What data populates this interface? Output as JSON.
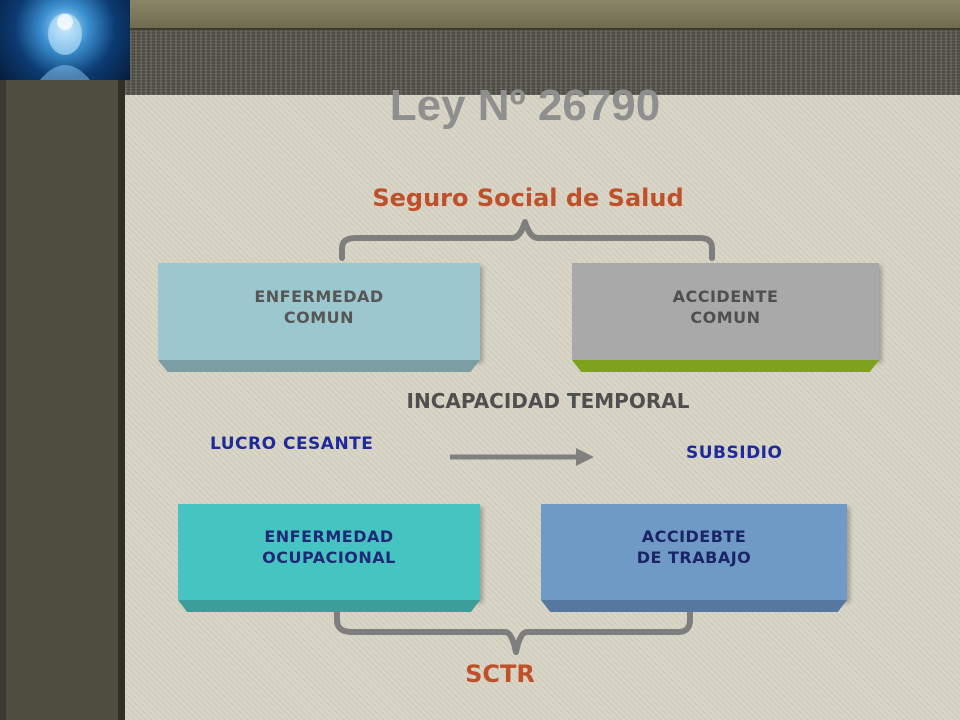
{
  "title": "Ley Nº 26790",
  "top_group_label": "Seguro Social de Salud",
  "bottom_group_label": "SCTR",
  "boxes": {
    "enfermedad_comun": "ENFERMEDAD\nCOMUN",
    "accidente_comun": "ACCIDENTE\nCOMUN",
    "enfermedad_ocupacional": "ENFERMEDAD\nOCUPACIONAL",
    "accidente_trabajo": "ACCIDEBTE\nDE TRABAJO"
  },
  "middle_label": "INCAPACIDAD TEMPORAL",
  "arrow": {
    "from": "LUCRO CESANTE",
    "to": "SUBSIDIO"
  },
  "colors": {
    "accent_orange": "#c0502a",
    "text_blue": "#1f2a9a",
    "title_gray": "#8f8f8f"
  },
  "icons": {
    "logo": "glowing-head-logo",
    "arrow": "right-arrow-icon"
  }
}
